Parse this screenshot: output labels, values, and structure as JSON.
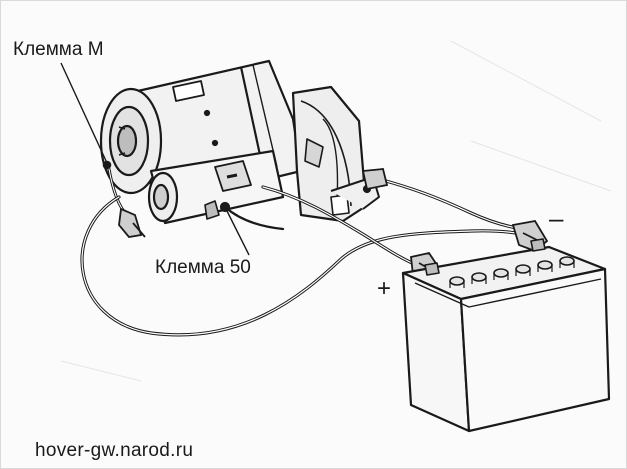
{
  "labels": {
    "terminal_m": "Клемма М",
    "terminal_50": "Клемма 50",
    "battery_plus": "+",
    "battery_minus": "–"
  },
  "watermark": "hover-gw.narod.ru",
  "colors": {
    "ink": "#1a1a1a",
    "paper": "#fbfbfb",
    "light_fill": "#efefef",
    "shade_fill": "#bdbdbd"
  },
  "icons": [
    "starter-motor-icon",
    "battery-icon",
    "cable-clamp-icon"
  ]
}
